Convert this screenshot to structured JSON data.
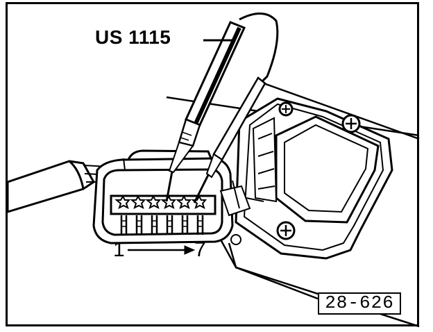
{
  "labels": {
    "tool_name": "US 1115",
    "pin_start": "1",
    "pin_end": "7",
    "figure_ref": "28-626"
  },
  "icons": {
    "probe": "test-probe-icon",
    "connector": "7-pin-connector-icon",
    "module": "control-module-icon"
  },
  "colors": {
    "ink": "#000000",
    "paper": "#ffffff"
  }
}
